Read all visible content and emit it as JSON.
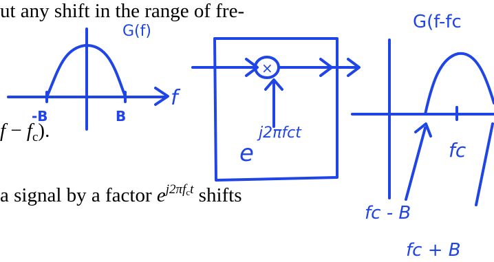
{
  "text_lines": {
    "line1": "ut any shift in the range of fre-",
    "line2_a": "f",
    "line2_b": " − ",
    "line2_c": "f",
    "line2_sub": "c",
    "line2_d": ").",
    "line3_a": "a signal by a factor ",
    "line3_e": "e",
    "line3_sup": "j2πf",
    "line3_sup_sub": "c",
    "line3_sup_t": "t",
    "line3_b": " shifts"
  },
  "annotations": {
    "G_f": "G(f)",
    "f_axis": "f",
    "neg_B": "-B",
    "pos_B": "B",
    "multiplier": "×",
    "exponential_e": "e",
    "exponential_exp": "j2πfct",
    "G_shifted": "G(f-fc",
    "fc": "fc",
    "fc_minus_B": "fc - B",
    "fc_plus_B": "fc + B"
  },
  "colors": {
    "ink": "#1f45e6",
    "text": "#000000",
    "background": "#ffffff"
  }
}
